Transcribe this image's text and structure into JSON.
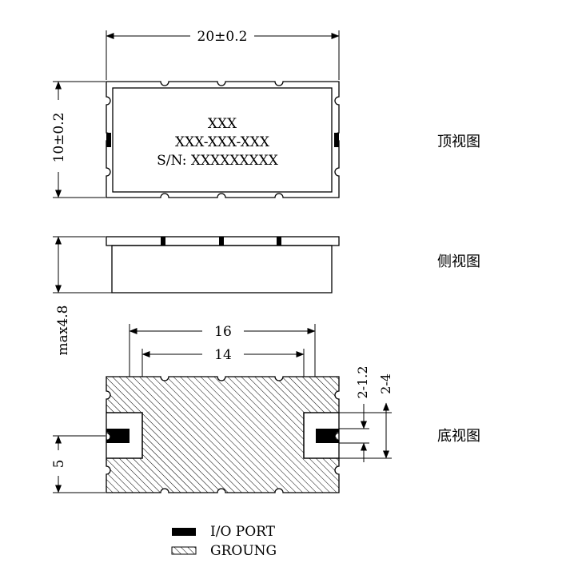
{
  "dimensions": {
    "width_top": "20±0.2",
    "height_top": "10±0.2",
    "max_height": "max4.8",
    "width_16": "16",
    "width_14": "14",
    "pin_5": "5",
    "pin_gap": "2-1.2",
    "pin_span": "2-4"
  },
  "marking": {
    "line1": "XXX",
    "line2": "XXX-XXX-XXX",
    "line3": "S/N: XXXXXXXXX"
  },
  "views": {
    "top": "顶视图",
    "side": "侧视图",
    "bottom": "底视图"
  },
  "legend": {
    "io_port": "I/O  PORT",
    "ground": "GROUNG"
  }
}
